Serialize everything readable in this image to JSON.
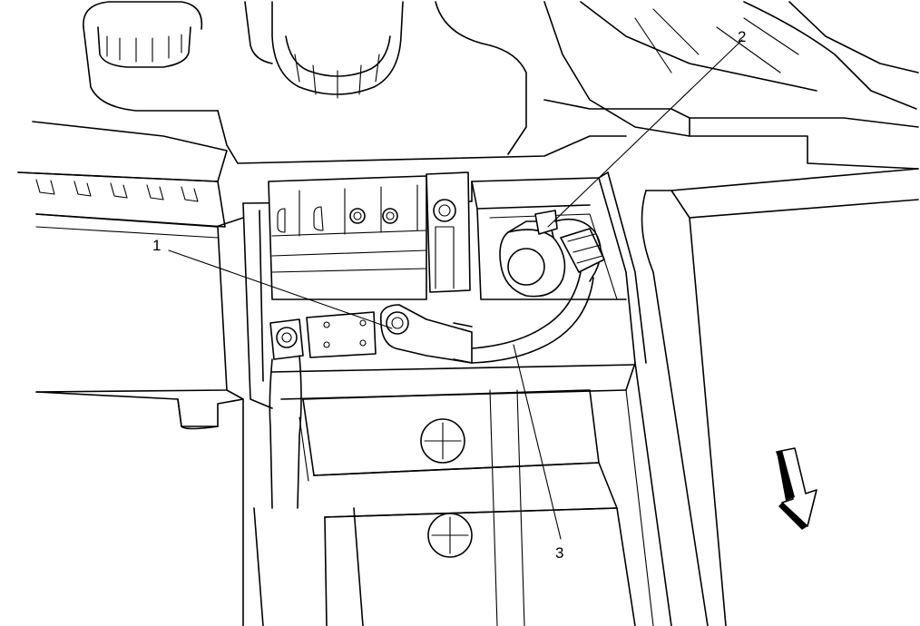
{
  "figure": {
    "callouts": [
      {
        "number": "1"
      },
      {
        "number": "2"
      },
      {
        "number": "3"
      }
    ],
    "orientation_arrow": {
      "icon": "forward-direction-arrow-icon"
    },
    "colors": {
      "line": "#000000",
      "background": "#ffffff"
    }
  }
}
